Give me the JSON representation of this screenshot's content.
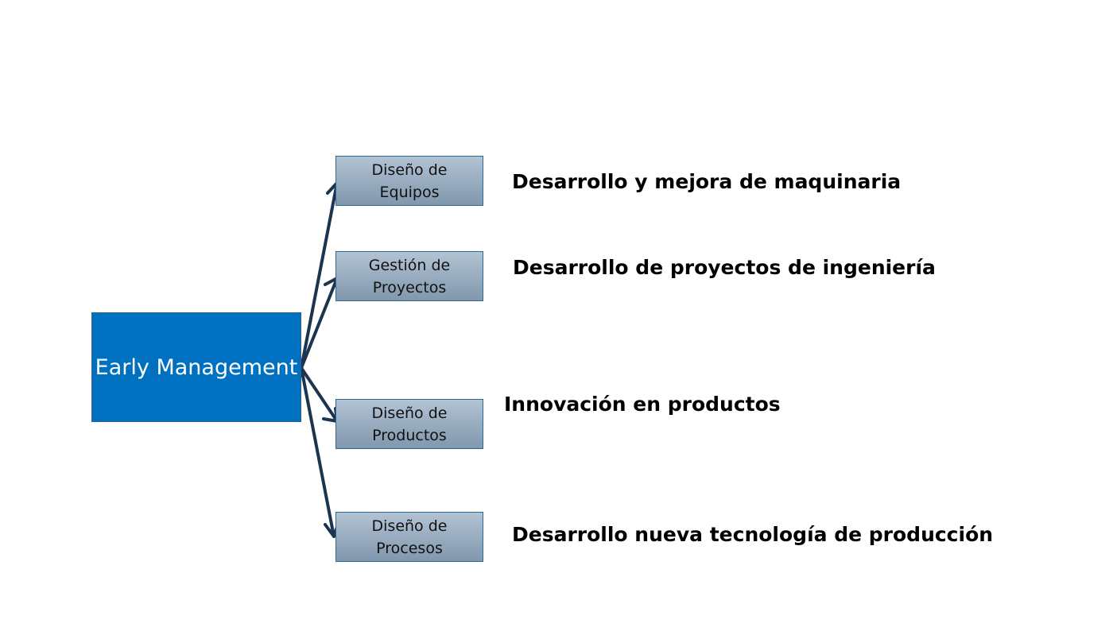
{
  "root": {
    "label": "Early Management"
  },
  "branches": [
    {
      "line1": "Diseño de",
      "line2": "Equipos",
      "description": "Desarrollo y mejora de maquinaria"
    },
    {
      "line1": "Gestión de",
      "line2": "Proyectos",
      "description": "Desarrollo de proyectos de ingeniería"
    },
    {
      "line1": "Diseño de",
      "line2": "Productos",
      "description": "Innovación en productos"
    },
    {
      "line1": "Diseño de",
      "line2": "Procesos",
      "description": "Desarrollo nueva tecnología de producción"
    }
  ],
  "colors": {
    "root": "#0070c0",
    "arrow": "#1b3550",
    "box_border": "#2d6a94"
  }
}
